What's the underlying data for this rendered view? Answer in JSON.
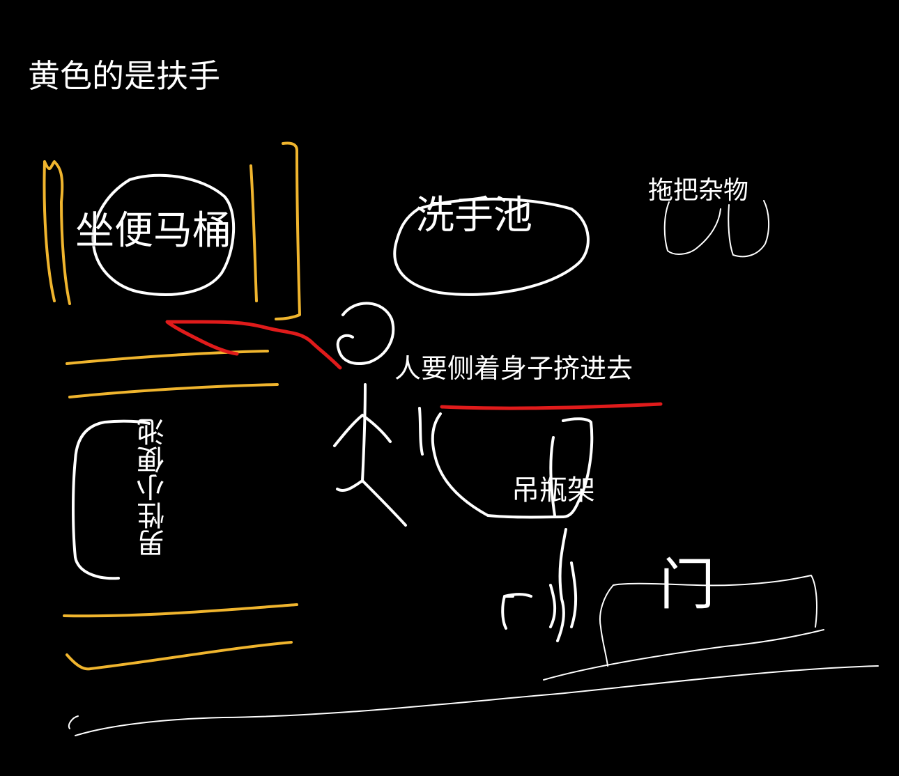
{
  "labels": {
    "title": "黄色的是扶手",
    "toilet": "坐便马桶",
    "sink": "洗手池",
    "mop": "拖把杂物",
    "squeeze": "人要侧着身子挤进去",
    "iv_stand": "吊瓶架",
    "door": "门",
    "urinal": "男性小便池"
  },
  "colors": {
    "background": "#000000",
    "handrail": "#f0b52e",
    "path": "#e01b1b",
    "sketch": "#ffffff"
  }
}
